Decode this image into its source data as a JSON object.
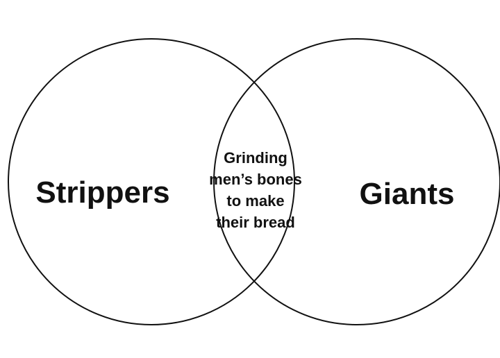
{
  "diagram": {
    "sets": [
      {
        "label": "Strippers"
      },
      {
        "label": "Giants"
      }
    ],
    "intersection": {
      "lines": [
        "Grinding",
        "men’s bones",
        "to make",
        "their bread"
      ]
    },
    "colors": {
      "stroke": "#111111",
      "text": "#111111",
      "background": "#ffffff"
    }
  }
}
